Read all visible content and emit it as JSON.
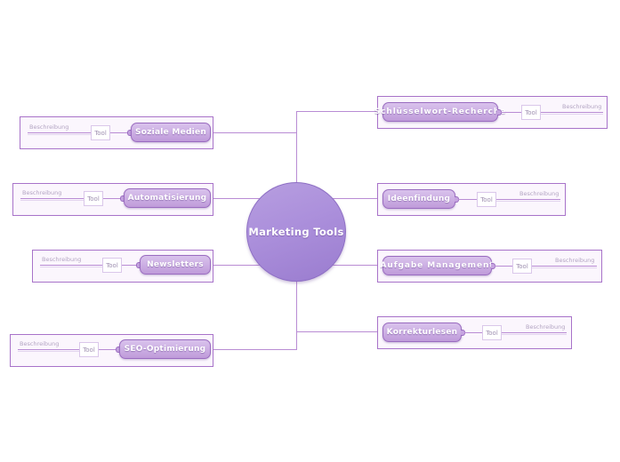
{
  "diagram": {
    "type": "mind-map",
    "center": {
      "label": "Marketing Tools"
    },
    "common": {
      "tool_label": "Tool",
      "description_label": "Beschreibung"
    },
    "colors": {
      "node_border": "#9a6cc0",
      "node_fill_top": "#d9c2ec",
      "node_fill_bottom": "#bf9bda",
      "center_fill": "#ab8fdb",
      "box_border": "#a873c9",
      "box_fill": "#fbf6fd",
      "line": "#b98cd4",
      "text_on_node": "#ffffff",
      "tool_text": "#9e8fb0",
      "desc_text": "#b3a4c2",
      "background": "#ffffff"
    },
    "left_branches": [
      {
        "label": "Soziale Medien",
        "tool": "Tool",
        "description": "Beschreibung"
      },
      {
        "label": "Automatisierung",
        "tool": "Tool",
        "description": "Beschreibung"
      },
      {
        "label": "Newsletters",
        "tool": "Tool",
        "description": "Beschreibung"
      },
      {
        "label": "SEO-Optimierung",
        "tool": "Tool",
        "description": "Beschreibung"
      }
    ],
    "right_branches": [
      {
        "label": "Schlüsselwort-Recherche",
        "tool": "Tool",
        "description": "Beschreibung"
      },
      {
        "label": "Ideenfindung",
        "tool": "Tool",
        "description": "Beschreibung"
      },
      {
        "label": "Aufgabe  Management",
        "tool": "Tool",
        "description": "Beschreibung"
      },
      {
        "label": "Korrekturlesen",
        "tool": "Tool",
        "description": "Beschreibung"
      }
    ]
  }
}
